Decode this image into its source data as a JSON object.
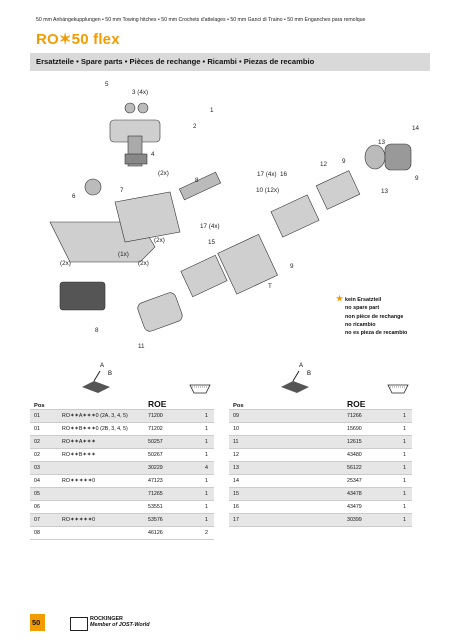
{
  "header": {
    "topline": "50 mm Anhängekupplungen • 50 mm Towing hitches • 50 mm Crochets d'attelages • 50 mm Ganci di Traino • 50 mm Enganches para remolque",
    "title": "RO✶50 flex"
  },
  "section_bar": "Ersatzteile • Spare parts • Pièces de rechange • Ricambi • Piezas de recambio",
  "diagram": {
    "callouts": [
      "5",
      "3 (4x)",
      "1",
      "2",
      "4",
      "(2x)",
      "6",
      "7",
      "8",
      "13",
      "14",
      "12",
      "9",
      "9",
      "17 (4x)",
      "16",
      "10 (12x)",
      "13",
      "17 (4x)",
      "15",
      "(2x)",
      "(1x)",
      "(2x)",
      "(2x)",
      "T",
      "9",
      "8",
      "11"
    ]
  },
  "legend": {
    "star": "★",
    "lines": [
      "kein Ersatzteil",
      "no spare part",
      "non pièce de rechange",
      "no ricambio",
      "no es pieza de recambio"
    ]
  },
  "table_left": {
    "headers": {
      "pos": "Pos",
      "roe": "ROE"
    },
    "rows": [
      {
        "pos": "01",
        "name": "RO✶✶A✶✶✶0 (2A, 3, 4, 5)",
        "roe": "71200",
        "qty": "1"
      },
      {
        "pos": "01",
        "name": "RO✶✶B✶✶✶0 (2B, 3, 4, 5)",
        "roe": "71202",
        "qty": "1"
      },
      {
        "pos": "02",
        "name": "RO✶✶A✶✶✶",
        "roe": "50257",
        "qty": "1"
      },
      {
        "pos": "02",
        "name": "RO✶✶B✶✶✶",
        "roe": "50267",
        "qty": "1"
      },
      {
        "pos": "03",
        "name": "",
        "roe": "30229",
        "qty": "4"
      },
      {
        "pos": "04",
        "name": "RO✶✶✶✶✶0",
        "roe": "47123",
        "qty": "1"
      },
      {
        "pos": "05",
        "name": "",
        "roe": "71265",
        "qty": "1"
      },
      {
        "pos": "06",
        "name": "",
        "roe": "53551",
        "qty": "1"
      },
      {
        "pos": "07",
        "name": "RO✶✶✶✶✶0",
        "roe": "53576",
        "qty": "1"
      },
      {
        "pos": "08",
        "name": "",
        "roe": "46126",
        "qty": "2"
      }
    ]
  },
  "table_right": {
    "headers": {
      "pos": "Pos",
      "roe": "ROE"
    },
    "rows": [
      {
        "pos": "09",
        "roe": "71266",
        "qty": "1"
      },
      {
        "pos": "10",
        "roe": "15690",
        "qty": "1"
      },
      {
        "pos": "11",
        "roe": "12615",
        "qty": "1"
      },
      {
        "pos": "12",
        "roe": "43480",
        "qty": "1"
      },
      {
        "pos": "13",
        "roe": "56122",
        "qty": "1"
      },
      {
        "pos": "14",
        "roe": "25347",
        "qty": "1"
      },
      {
        "pos": "15",
        "roe": "43478",
        "qty": "1"
      },
      {
        "pos": "16",
        "roe": "43479",
        "qty": "1"
      },
      {
        "pos": "17",
        "roe": "30399",
        "qty": "1"
      }
    ]
  },
  "icon_labels": {
    "a": "A",
    "b": "B"
  },
  "footer": {
    "page": "50",
    "brand_line1": "ROCKINGER",
    "brand_line2": "Member of JOST-World"
  },
  "colors": {
    "accent": "#f39c00",
    "bar": "#d9d9d9",
    "row_alt": "#e6e6e6"
  }
}
